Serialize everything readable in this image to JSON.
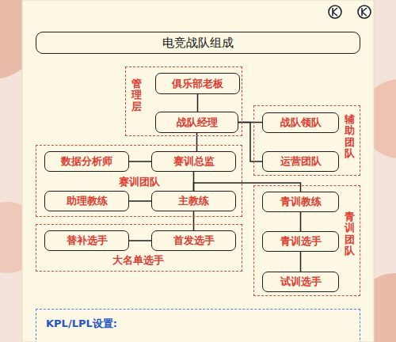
{
  "diagram": {
    "nodes": [
      {
        "text": [
          "电竞战队组成"
        ]
      },
      {
        "text": [
          "管理层"
        ]
      },
      {
        "text": [
          "俱乐部老板"
        ],
        "in": 1
      },
      {
        "text": [
          "战队经理"
        ],
        "in": 1
      },
      {
        "text": [
          "辅助团队"
        ]
      },
      {
        "text": [
          "战队领队"
        ],
        "in": 4
      },
      {
        "text": [
          "运营团队"
        ],
        "in": 4
      },
      {
        "text": [
          "赛训团队"
        ]
      },
      {
        "text": [
          "数据分析师"
        ],
        "in": 7
      },
      {
        "text": [
          "赛训总监"
        ],
        "in": 7
      },
      {
        "text": [
          "助理教练"
        ],
        "in": 7
      },
      {
        "text": [
          "主教练"
        ],
        "in": 7
      },
      {
        "text": [
          "青训团队"
        ]
      },
      {
        "text": [
          "青训教练"
        ],
        "in": 12
      },
      {
        "text": [
          "青训选手"
        ],
        "in": 12
      },
      {
        "text": [
          "试训选手"
        ],
        "in": 12
      },
      {
        "text": [
          "大名单选手"
        ]
      },
      {
        "text": [
          "替补选手"
        ],
        "in": 16
      },
      {
        "text": [
          "首发选手"
        ],
        "in": 16
      },
      {
        "text": [
          "KPL/LPL设置:"
        ]
      }
    ],
    "edges": [
      {
        "from": 2,
        "to": 3,
        "arrow": "none"
      },
      {
        "from": 3,
        "to": 5,
        "arrow": "none"
      },
      {
        "from": 3,
        "to": 6,
        "arrow": "none"
      },
      {
        "from": 3,
        "to": 9,
        "arrow": "none"
      },
      {
        "from": 8,
        "to": 9,
        "arrow": "none"
      },
      {
        "from": 9,
        "to": 11,
        "arrow": "none"
      },
      {
        "from": 10,
        "to": 11,
        "arrow": "none"
      },
      {
        "from": 11,
        "to": 13,
        "arrow": "none"
      },
      {
        "from": 13,
        "to": 14,
        "arrow": "none"
      },
      {
        "from": 14,
        "to": 15,
        "arrow": "none"
      },
      {
        "from": 11,
        "to": 18,
        "arrow": "none"
      },
      {
        "from": 17,
        "to": 18,
        "arrow": "none"
      }
    ]
  }
}
